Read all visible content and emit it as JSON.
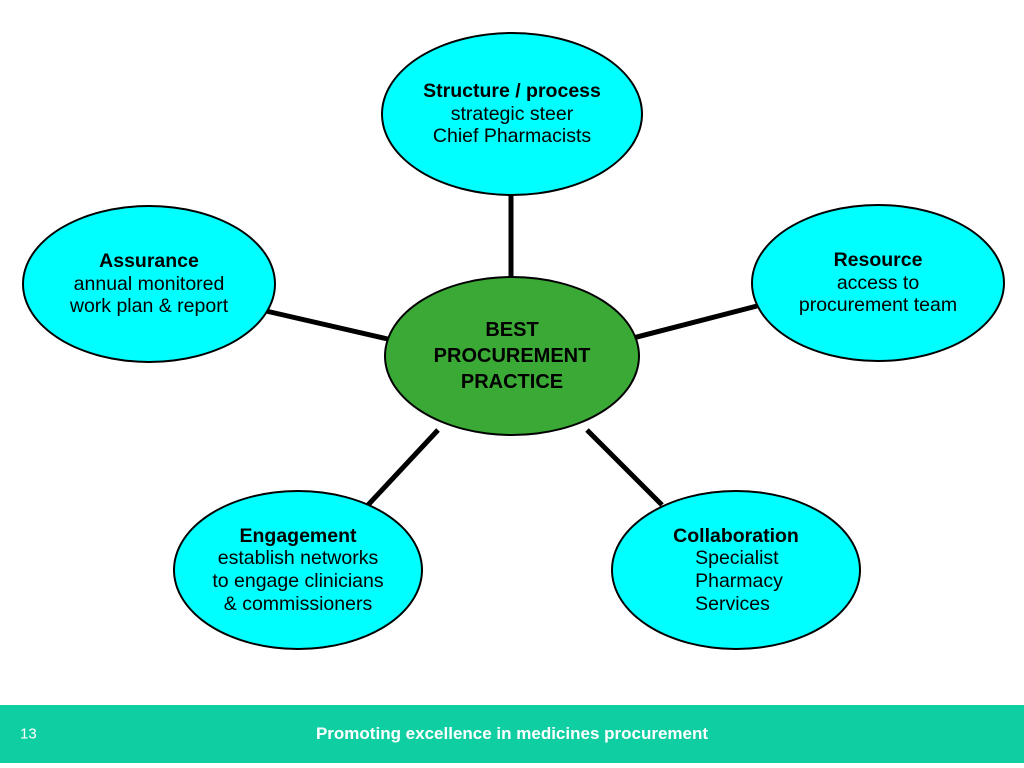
{
  "diagram": {
    "type": "hub-and-spoke",
    "hub": {
      "id": "best-procurement-practice",
      "lines": [
        "BEST",
        "PROCUREMENT",
        "PRACTICE"
      ],
      "color": "#3ba935",
      "text_color": "#000000"
    },
    "spoke_color": "#00ffff",
    "connector_color": "#000000",
    "spokes": [
      {
        "id": "structure-process",
        "position": "top",
        "title": "Structure / process",
        "lines": [
          "strategic steer",
          "Chief Pharmacists"
        ]
      },
      {
        "id": "assurance",
        "position": "left",
        "title": "Assurance",
        "lines": [
          "annual monitored",
          "work plan & report"
        ]
      },
      {
        "id": "resource",
        "position": "right",
        "title": "Resource",
        "lines": [
          "access to",
          "procurement team"
        ]
      },
      {
        "id": "engagement",
        "position": "bottom-left",
        "title": "Engagement",
        "lines": [
          "establish networks",
          "to engage clinicians",
          "& commissioners"
        ]
      },
      {
        "id": "collaboration",
        "position": "bottom-right",
        "title": "Collaboration",
        "lines": [
          "Specialist",
          "Pharmacy",
          "Services"
        ]
      }
    ]
  },
  "footer": {
    "page_number": "13",
    "tagline": "Promoting excellence in medicines procurement",
    "background_color": "#0fcfa2",
    "text_color": "#ffffff"
  }
}
